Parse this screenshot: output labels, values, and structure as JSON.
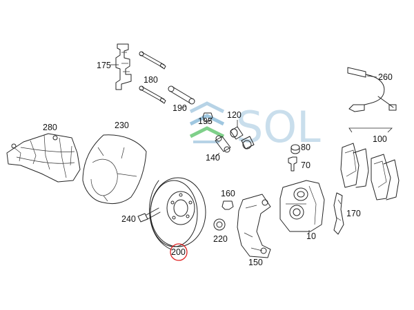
{
  "watermark": {
    "text": "SOL",
    "color": "#b7d3e6",
    "accent": "#7fd08a"
  },
  "highlight": {
    "part": "200",
    "ring_color": "#e02020"
  },
  "labels": {
    "p175": "175",
    "p180": "180",
    "p190": "190",
    "p195": "195",
    "p120": "120",
    "p140": "140",
    "p260": "260",
    "p280": "280",
    "p230": "230",
    "p80": "80",
    "p70": "70",
    "p100": "100",
    "p160": "160",
    "p240": "240",
    "p220": "220",
    "p200": "200",
    "p170": "170",
    "p10": "10",
    "p150": "150"
  }
}
